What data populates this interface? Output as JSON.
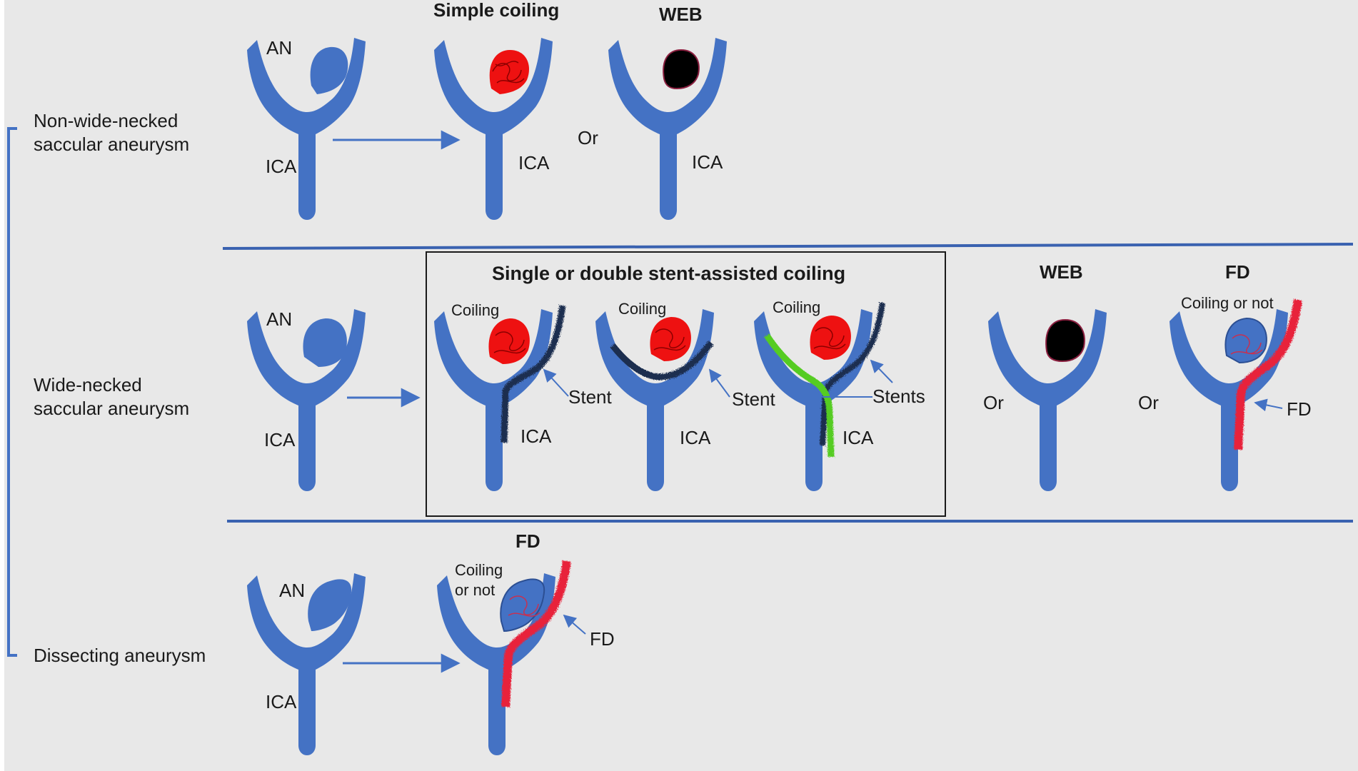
{
  "colors": {
    "background": "#e8e8e8",
    "vessel": "#4472c4",
    "coil": "#ee1111",
    "web_device": "#000000",
    "stent": "#1f2f4f",
    "stent_green": "#55cc22",
    "flow_diverter": "#e8233a",
    "divider": "#3a62b0",
    "arrow": "#4472c4",
    "text": "#1a1a1a"
  },
  "rows": {
    "non_wide": {
      "category": [
        "Non-wide-necked",
        "saccular aneurysm"
      ]
    },
    "wide": {
      "category": [
        "Wide-necked",
        "saccular aneurysm"
      ]
    },
    "dissecting": {
      "category": "Dissecting aneurysm"
    }
  },
  "labels": {
    "an": "AN",
    "ica": "ICA",
    "or": "Or",
    "simple_coiling": "Simple coiling",
    "web": "WEB",
    "fd": "FD",
    "coiling": "Coiling",
    "stent": "Stent",
    "stents": "Stents",
    "coiling_or_not": "Coiling or not",
    "coiling_or_not_split": [
      "Coiling",
      "or not"
    ],
    "sac_title": "Single or double stent-assisted coiling"
  }
}
